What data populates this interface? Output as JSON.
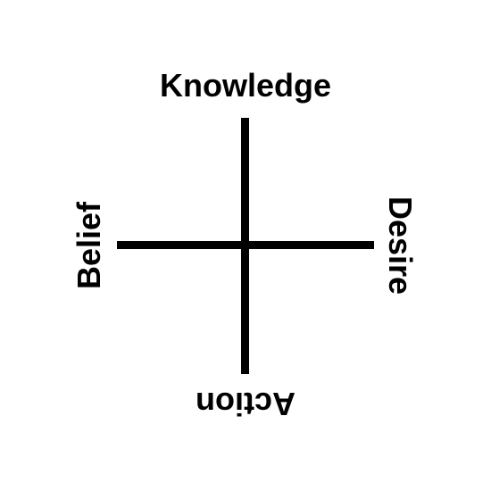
{
  "diagram": {
    "labels": {
      "top": "Knowledge",
      "bottom": "Action",
      "left": "Belief",
      "right": "Desire"
    },
    "line_color": "#000000",
    "text_color": "#000000",
    "background_color": "#ffffff"
  }
}
